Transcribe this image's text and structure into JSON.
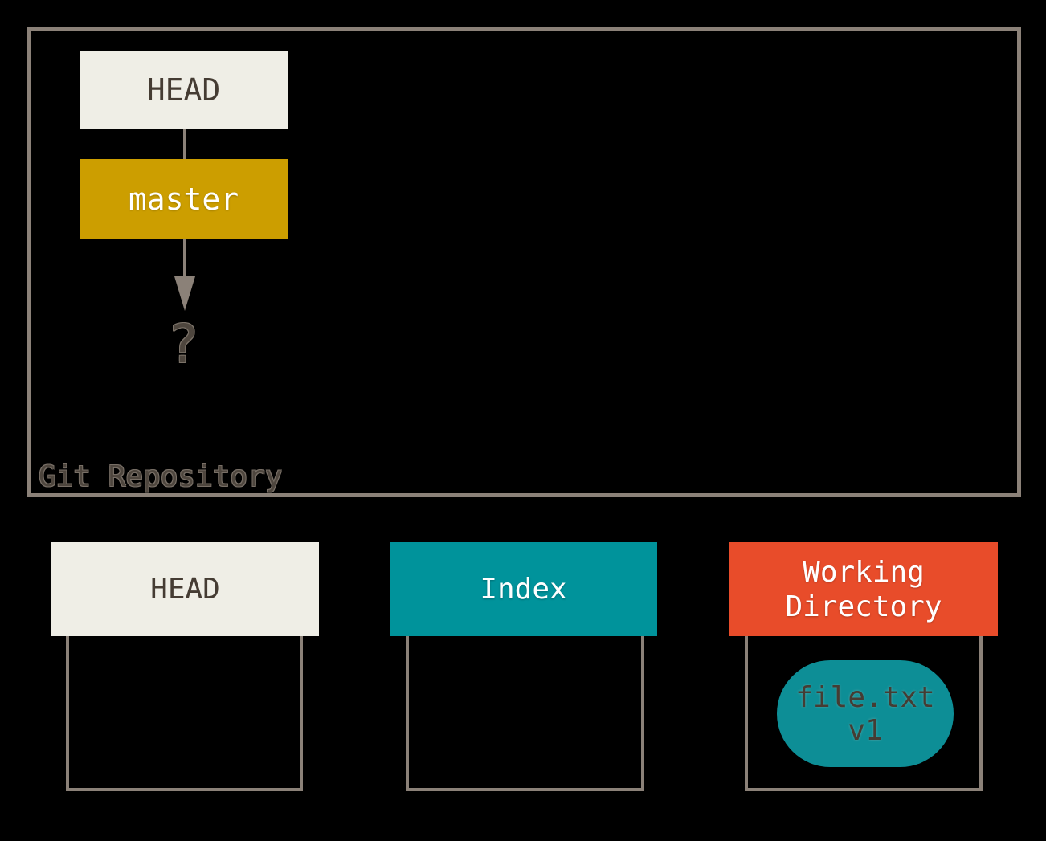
{
  "colors": {
    "bg": "#000000",
    "border": "#8B8178",
    "cream": "#EFEEE6",
    "gold": "#CC9E00",
    "teal": "#00939B",
    "pill-teal": "#0D8E96",
    "orange": "#E84C2A",
    "dark-text": "#453C33",
    "light-text": "#FFFFFF",
    "muted-text": "#4E463E"
  },
  "repository": {
    "label": "Git Repository",
    "head": {
      "label": "HEAD"
    },
    "branch": {
      "label": "master"
    },
    "unknown_commit": "?"
  },
  "columns": [
    {
      "label": "HEAD"
    },
    {
      "label": "Index"
    },
    {
      "label": "Working Directory",
      "file": {
        "name": "file.txt",
        "version": "v1"
      }
    }
  ]
}
